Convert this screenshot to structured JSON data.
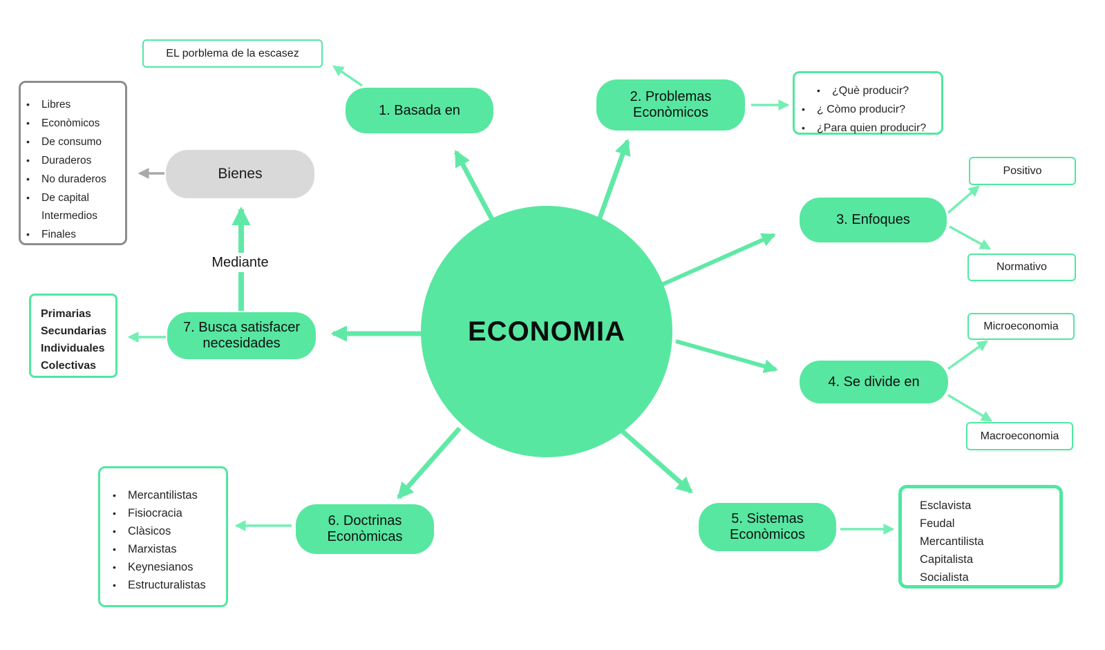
{
  "center": {
    "label": "ECONOMIA"
  },
  "nodes": {
    "basada": "1. Basada en",
    "problemas": "2. Problemas Econòmicos",
    "enfoques": "3. Enfoques",
    "divide": "4. Se divide en",
    "sistemas": "5. Sistemas Econòmicos",
    "doctrinas": "6. Doctrinas Econòmicas",
    "necesidades": "7. Busca satisfacer necesidades"
  },
  "leaves": {
    "escasez": "EL porblema de la escasez",
    "bienes": "Bienes",
    "mediante": "Mediante",
    "positivo": "Positivo",
    "normativo": "Normativo",
    "microeconomia": "Microeconomia",
    "macroeconomia": "Macroeconomia"
  },
  "lists": {
    "tipos_bienes": [
      "Libres",
      "Econòmicos",
      "De consumo",
      "Duraderos",
      "No duraderos",
      "De capital",
      "Intermedios",
      "Finales"
    ],
    "preguntas": [
      "¿Què producir?",
      "¿ Còmo producir?",
      "¿Para quien producir?"
    ],
    "tipos_necesidades": [
      "Primarias",
      "Secundarias",
      "Individuales",
      "Colectivas"
    ],
    "sistemas_economicos": [
      "Esclavista",
      "Feudal",
      "Mercantilista",
      "Capitalista",
      "Socialista"
    ],
    "doctrinas_economicas": [
      "Mercantilistas",
      "Fisiocracia",
      "Clàsicos",
      "Marxistas",
      "Keynesianos",
      "Estructuralistas"
    ]
  },
  "edges": [
    "ECONOMIA → 1. Basada en",
    "1. Basada en → EL porblema de la escasez",
    "ECONOMIA → 2. Problemas Econòmicos",
    "2. Problemas Econòmicos → preguntas",
    "ECONOMIA → 3. Enfoques",
    "3. Enfoques → Positivo",
    "3. Enfoques → Normativo",
    "ECONOMIA → 4. Se divide en",
    "4. Se divide en → Microeconomia",
    "4. Se divide en → Macroeconomia",
    "ECONOMIA → 5. Sistemas Econòmicos",
    "5. Sistemas Econòmicos → sistemas_economicos",
    "ECONOMIA → 6. Doctrinas Econòmicas",
    "6. Doctrinas Econòmicas → doctrinas_economicas",
    "ECONOMIA → 7. Busca satisfacer necesidades",
    "7. Busca satisfacer necesidades → tipos_necesidades",
    "7. Busca satisfacer necesidades → Mediante → Bienes",
    "Bienes → tipos_bienes"
  ],
  "colors": {
    "node_green": "#57e7a1",
    "arrow_green": "#60e9a6",
    "connector_green": "#74efb4",
    "outline_green": "#50e7a0",
    "gray_fill": "#d9d9d9",
    "gray_border": "#8c8c8c",
    "gray_arrow": "#a9a9a9",
    "text": "#1e1e1e"
  }
}
